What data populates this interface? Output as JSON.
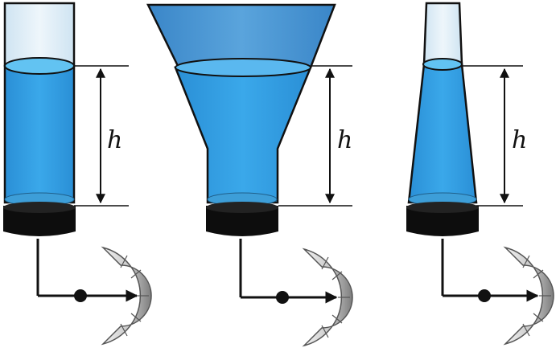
{
  "diagram": {
    "height_label": "h",
    "colors": {
      "water": "#2f9fe0",
      "water_light": "#5bbcf0",
      "funnel_top": "#3f8fd0",
      "glass": "#dcecf6",
      "base": "#0d0d0d",
      "gauge_light": "#e4e4e4",
      "gauge_dark": "#8e8e8e",
      "line": "#111111"
    },
    "vessels": [
      {
        "shape": "cylinder"
      },
      {
        "shape": "funnel"
      },
      {
        "shape": "narrowing-tube"
      }
    ]
  }
}
